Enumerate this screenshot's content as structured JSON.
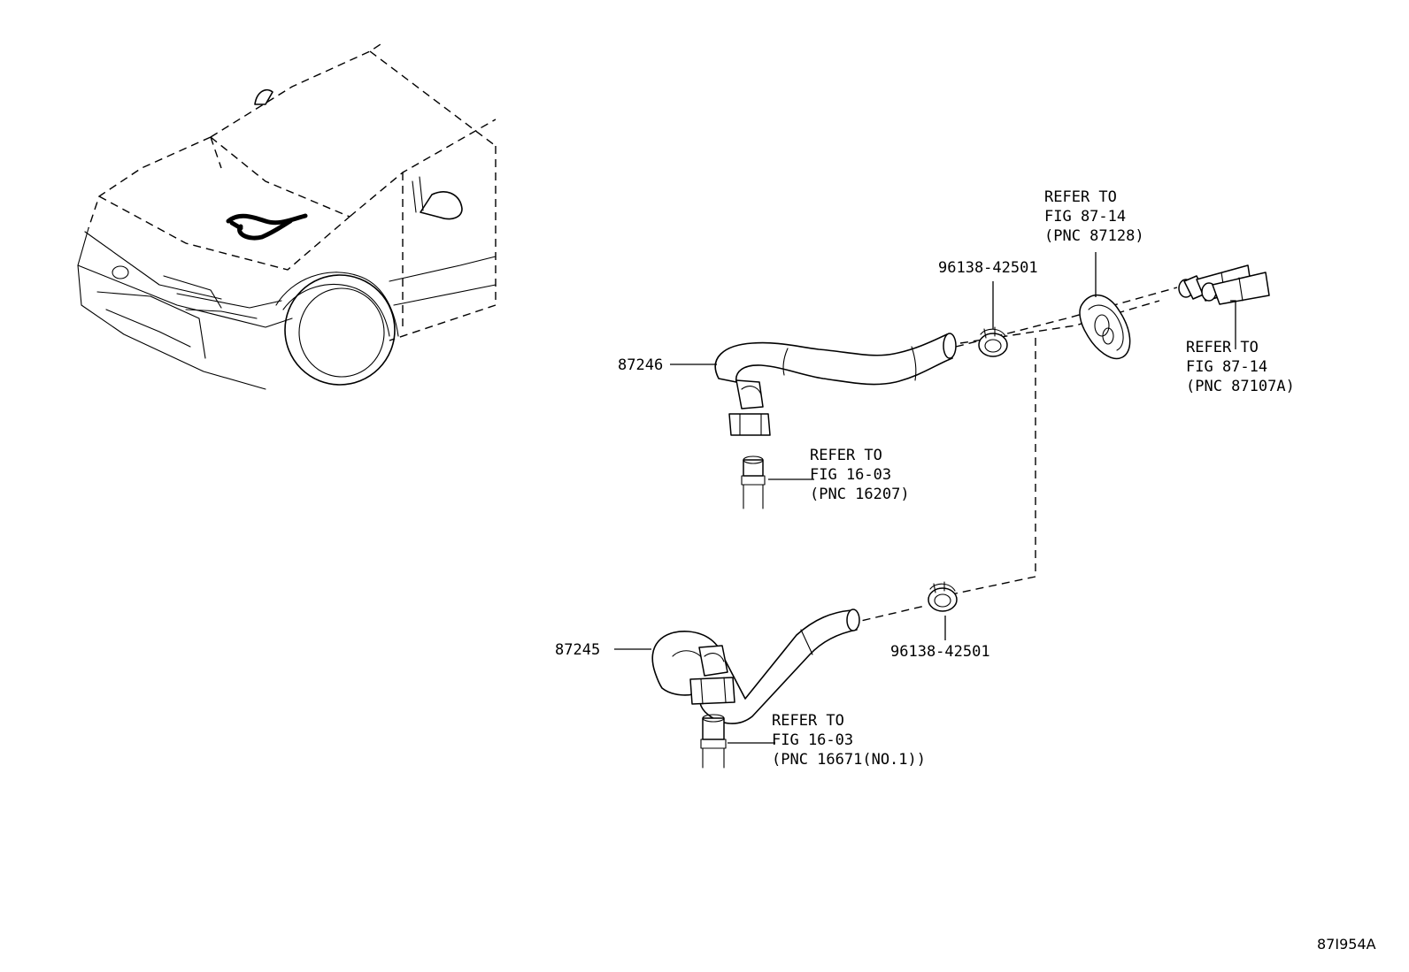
{
  "diagram": {
    "figure_id": "87I954A",
    "parts": [
      {
        "part_no": "87246"
      },
      {
        "part_no": "87245"
      },
      {
        "part_no": "96138-42501"
      },
      {
        "part_no": "96138-42501"
      }
    ],
    "references": [
      {
        "line1": "REFER TO",
        "line2": "FIG 87-14",
        "line3": "(PNC 87128)"
      },
      {
        "line1": "REFER TO",
        "line2": "FIG 87-14",
        "line3": "(PNC 87107A)"
      },
      {
        "line1": "REFER TO",
        "line2": "FIG 16-03",
        "line3": "(PNC 16207)"
      },
      {
        "line1": "REFER TO",
        "line2": "FIG 16-03",
        "line3": "(PNC 16671(NO.1))"
      }
    ]
  }
}
